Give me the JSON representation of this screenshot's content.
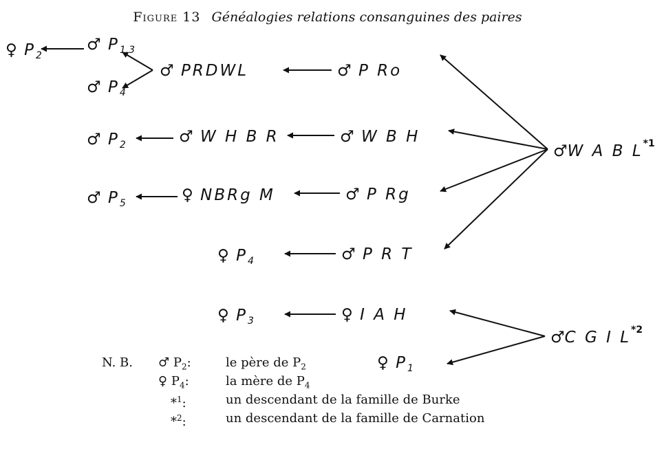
{
  "figure": {
    "label": "Figure 13",
    "caption": "Généalogies relations consanguines des paires"
  },
  "symbols": {
    "male": "♂",
    "female": "♀"
  },
  "nodes": {
    "p2_female": {
      "sym": "♀",
      "label": "P",
      "sub": "2"
    },
    "p13": {
      "sym": "♂",
      "label": "P",
      "sub": "1.3"
    },
    "p4_male": {
      "sym": "♂",
      "label": "P",
      "sub": "4"
    },
    "prdwl": {
      "sym": "♂",
      "label": "PRDWL"
    },
    "pro": {
      "sym": "♂",
      "label": "P Ro"
    },
    "p2_male": {
      "sym": "♂",
      "label": "P",
      "sub": "2"
    },
    "whbr": {
      "sym": "♂",
      "label": "W H B R"
    },
    "wbh": {
      "sym": "♂",
      "label": "W B H"
    },
    "wabl": {
      "sym": "♂",
      "label": "W A B L",
      "sup": "*1"
    },
    "p5": {
      "sym": "♂",
      "label": "P",
      "sub": "5"
    },
    "nbrgm": {
      "sym": "♀",
      "label": "NBRg M"
    },
    "prg": {
      "sym": "♂",
      "label": "P Rg"
    },
    "p4_female": {
      "sym": "♀",
      "label": "P",
      "sub": "4"
    },
    "prt": {
      "sym": "♂",
      "label": "P R T"
    },
    "p3": {
      "sym": "♀",
      "label": "P",
      "sub": "3"
    },
    "iah": {
      "sym": "♀",
      "label": "I A H"
    },
    "cgil": {
      "sym": "♂",
      "label": "C G I L",
      "sup": "*2"
    },
    "p1": {
      "sym": "♀",
      "label": "P",
      "sub": "1"
    }
  },
  "notes": {
    "nb": "N. B.",
    "rows": [
      {
        "sym": "♂",
        "key": "P",
        "key_sub": "2",
        "sep": ":",
        "def": "le père de P",
        "def_sub": "2"
      },
      {
        "sym": "♀",
        "key": "P",
        "key_sub": "4",
        "sep": ":",
        "def": "la mère de P",
        "def_sub": "4"
      },
      {
        "sym": "",
        "key": "*",
        "key_sup": "1",
        "sep": ":",
        "def": "un descendant de la famille de Burke"
      },
      {
        "sym": "",
        "key": "*",
        "key_sup": "2",
        "sep": ":",
        "def": "un descendant de la famille de Carnation"
      }
    ]
  }
}
